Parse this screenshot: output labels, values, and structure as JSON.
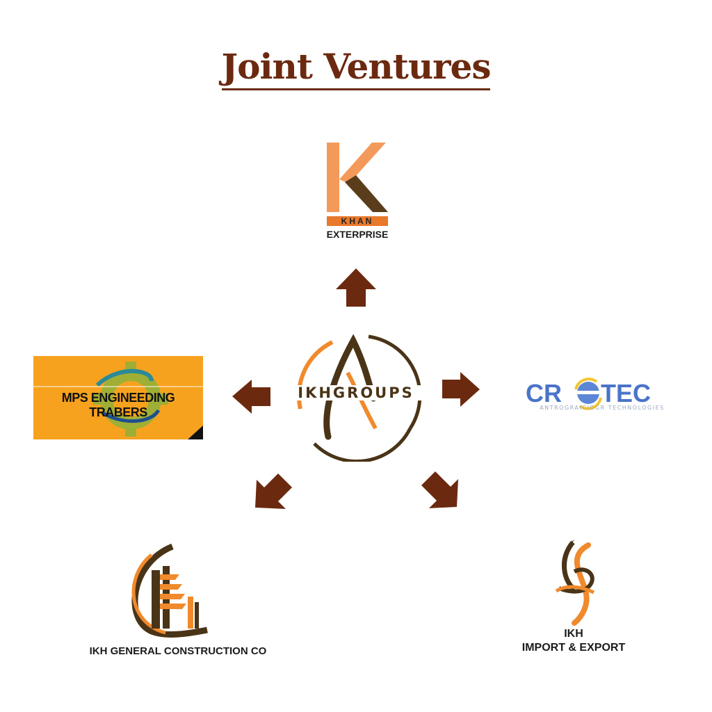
{
  "title": "Joint Ventures",
  "center": {
    "name": "IKHGROUPS"
  },
  "ventures": {
    "khan": {
      "badge": "KHAN",
      "caption": "EXTERPRISE"
    },
    "mps": {
      "name": "MPS ENGINEEDING TRABERS"
    },
    "crotec": {
      "name_left": "CR",
      "name_right": "TEC",
      "tagline": "ANTROGRAICIOGR TECHNOLOGIES"
    },
    "construction": {
      "caption": "IKH GENERAL CONSTRUCTION CO"
    },
    "import_export": {
      "caption_line1": "IKH",
      "caption_line2": "IMPORT & EXPORT"
    }
  },
  "colors": {
    "brown": "#6b2a10",
    "dark_brown": "#4a3417",
    "orange": "#f08a2c",
    "light_orange": "#f39a5a",
    "mps_bg": "#f7a21e",
    "crotec_blue": "#4a74c9"
  }
}
